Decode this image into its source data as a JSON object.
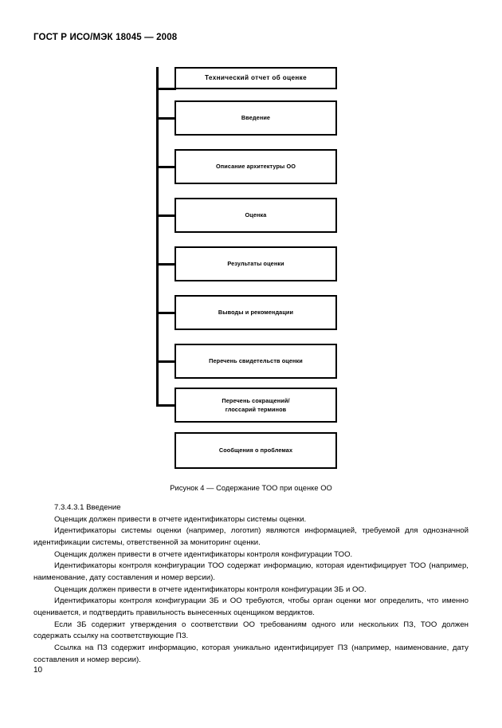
{
  "document": {
    "header": "ГОСТ Р ИСО/МЭК 18045 — 2008",
    "page_number": "10"
  },
  "figure": {
    "caption": "Рисунок 4 — Содержание ТОО при оценке ОО",
    "title_box": {
      "label": "Технический отчет об оценке"
    },
    "nodes": [
      {
        "label": "Введение",
        "connected": true
      },
      {
        "label": "Описание архитектуры ОО",
        "connected": true
      },
      {
        "label": "Оценка",
        "connected": true
      },
      {
        "label": "Результаты оценки",
        "connected": true
      },
      {
        "label": "Выводы и рекомендации",
        "connected": true
      },
      {
        "label": "Перечень свидетельств оценки",
        "connected": true
      },
      {
        "label": "Перечень сокращений/\nглоссарий терминов",
        "connected": true
      },
      {
        "label": "Сообщения о проблемах",
        "connected": false
      }
    ]
  },
  "body": {
    "heading": "7.3.4.3.1 Введение",
    "paragraphs": [
      "Оценщик должен привести в отчете идентификаторы системы оценки.",
      "Идентификаторы системы оценки (например, логотип) являются информацией, требуемой для однозначной идентификации системы, ответственной за мониторинг оценки.",
      "Оценщик должен привести в отчете идентификаторы контроля конфигурации ТОО.",
      "Идентификаторы контроля конфигурации ТОО содержат информацию, которая идентифицирует ТОО (например, наименование, дату составления и номер версии).",
      "Оценщик должен привести в отчете идентификаторы контроля  конфигурации ЗБ и ОО.",
      "Идентификаторы контроля  конфигурации ЗБ и ОО требуются, чтобы орган оценки мог определить, что именно оценивается, и подтвердить правильность  вынесенных оценщиком вердиктов.",
      "Если ЗБ содержит утверждения о соответствии ОО требованиям  одного  или  нескольких ПЗ, ТОО должен содержать ссылку на соответствующие ПЗ.",
      "Ссылка на ПЗ содержит информацию, которая уникально идентифицирует ПЗ (например, наименование, дату составления и номер версии)."
    ]
  },
  "colors": {
    "ink": "#000000",
    "paper": "#ffffff"
  }
}
